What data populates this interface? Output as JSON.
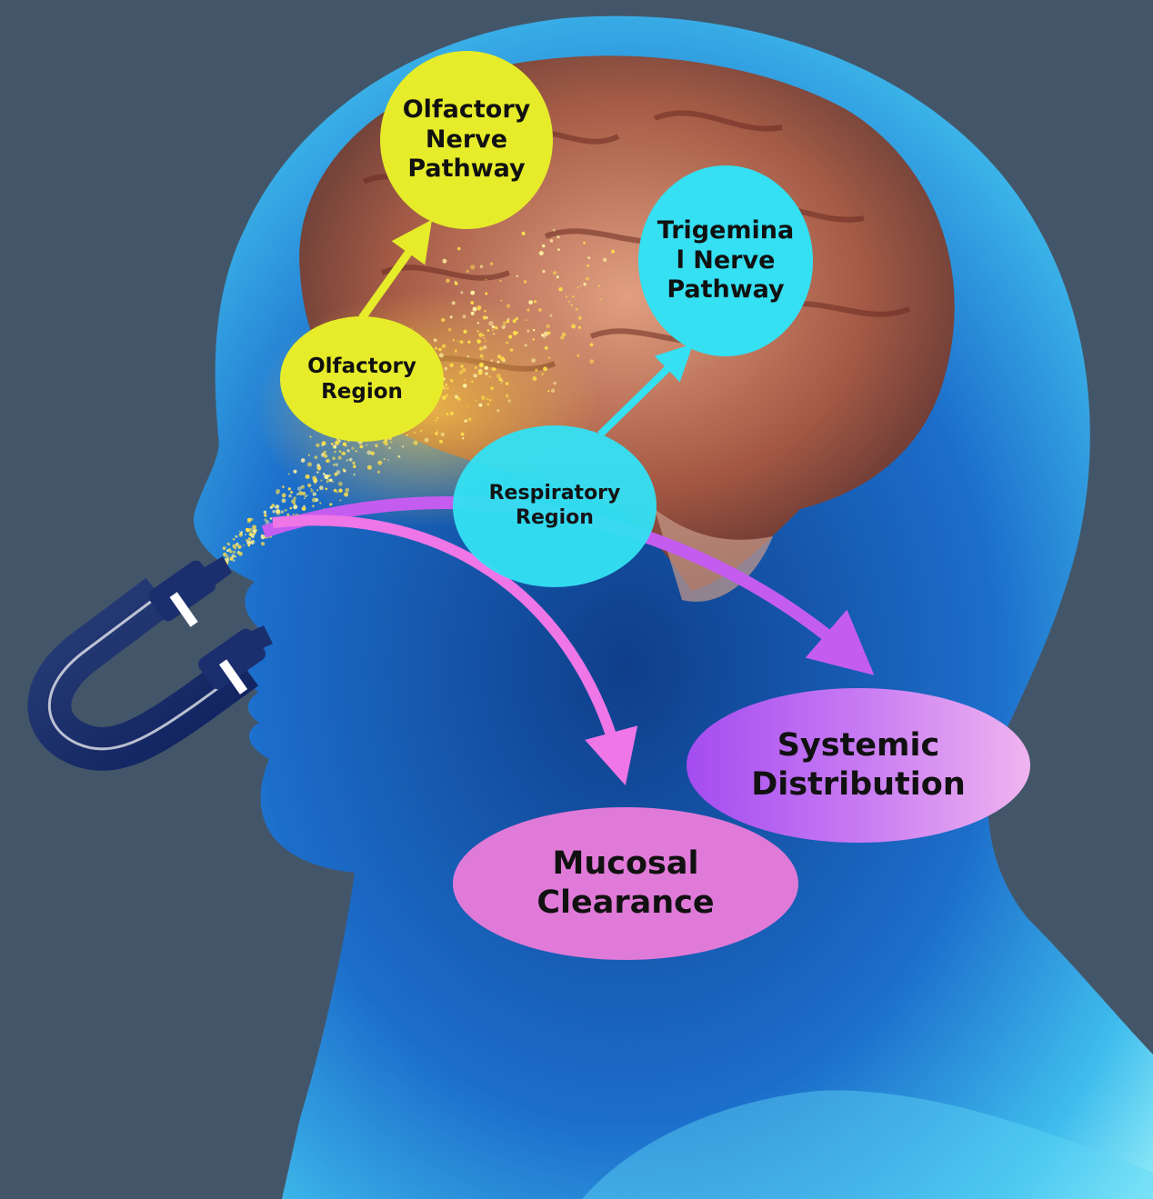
{
  "labels": {
    "olfactory_pathway": "Olfactory\nNerve\nPathway",
    "trigeminal_pathway": "Trigemina\nl Nerve\nPathway",
    "olfactory_region": "Olfactory\nRegion",
    "respiratory_region": "Respiratory\nRegion",
    "systemic": "Systemic\nDistribution",
    "mucosal": "Mucosal\nClearance"
  },
  "colors": {
    "background": "#435669",
    "olfactory": "#e6ec2a",
    "trigeminal": "#34e0f2",
    "mucosal": "#e07ad8",
    "systemic": "#b55cf0",
    "arrow_pink": "#ee76e6",
    "arrow_purple": "#c55cf0",
    "device": "#1b2f6e"
  },
  "icons": [
    "head-silhouette",
    "brain-illustration",
    "nasal-spray-device-icon",
    "spray-particles"
  ]
}
